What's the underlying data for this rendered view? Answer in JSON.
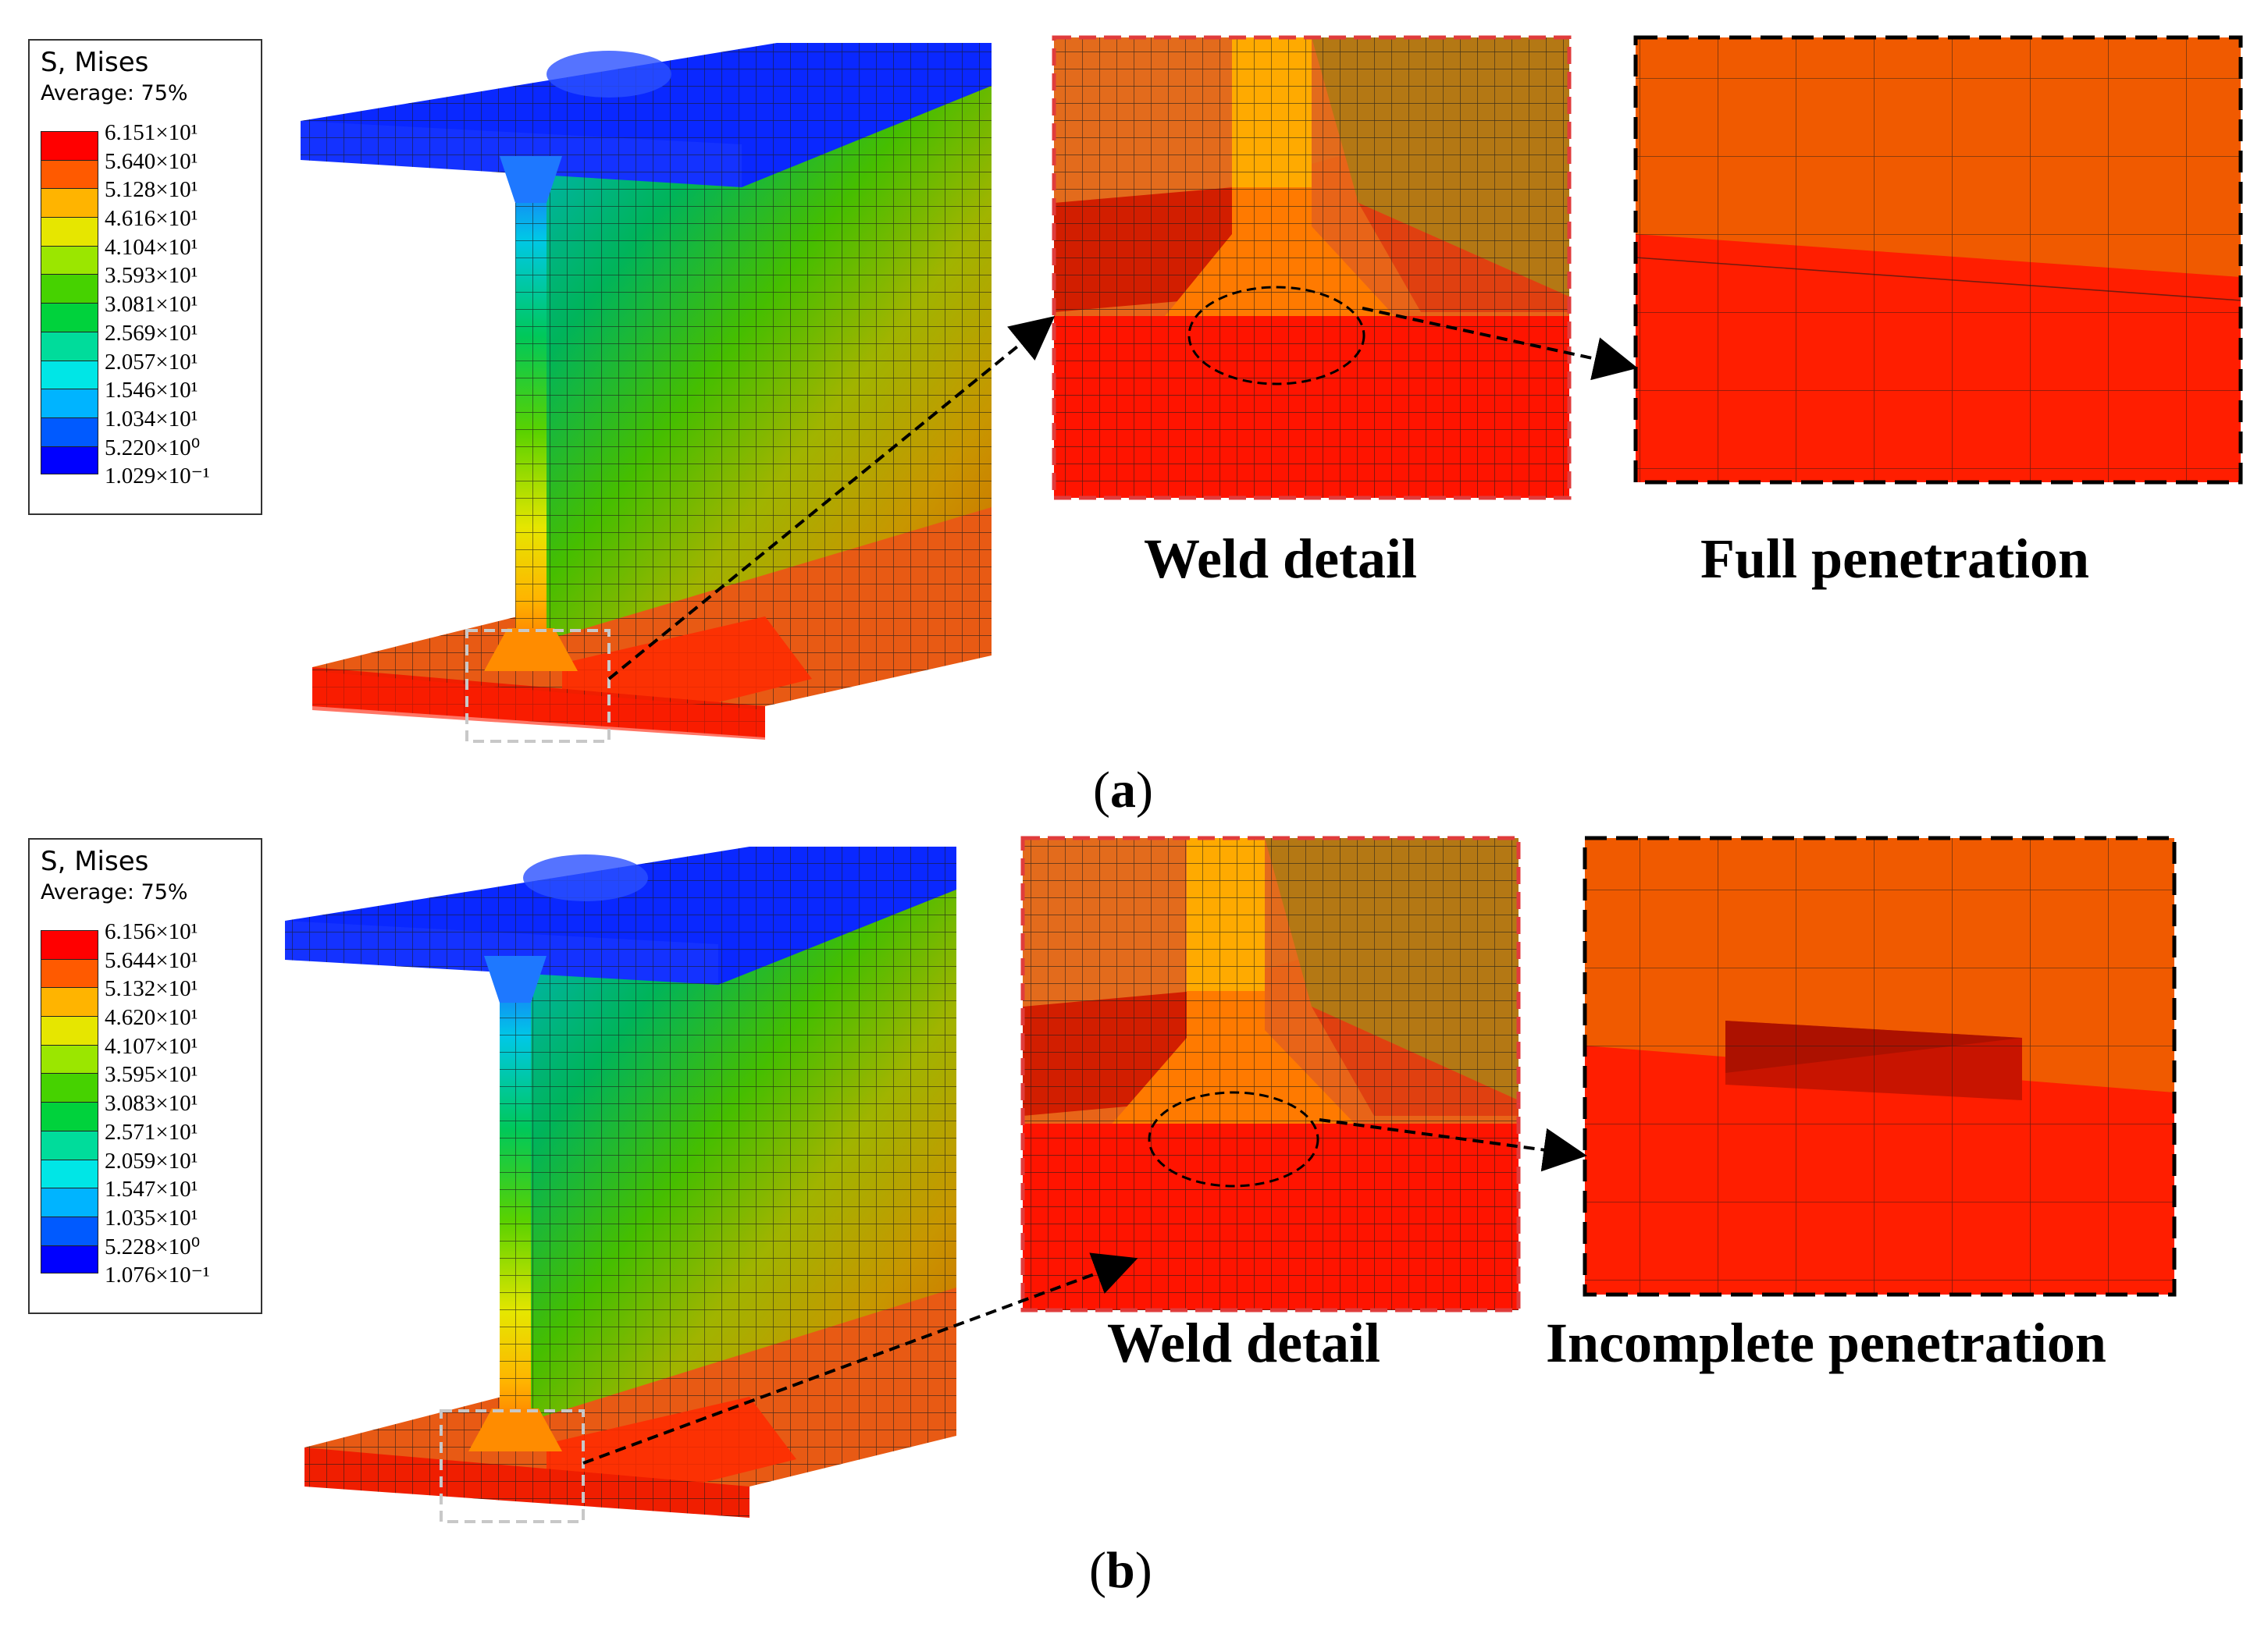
{
  "legend": {
    "title": "S, Mises",
    "subtitle": "Average: 75%",
    "colors": [
      "#ff0000",
      "#ff5a00",
      "#ffb400",
      "#e6e600",
      "#9be600",
      "#46d200",
      "#00d23c",
      "#00dc9b",
      "#00e6e6",
      "#00b4ff",
      "#005aff",
      "#0000ff"
    ]
  },
  "panel_a": {
    "label_open": "(",
    "label_letter": "a",
    "label_close": ")",
    "legend_values": [
      "6.151×10¹",
      "5.640×10¹",
      "5.128×10¹",
      "4.616×10¹",
      "4.104×10¹",
      "3.593×10¹",
      "3.081×10¹",
      "2.569×10¹",
      "2.057×10¹",
      "1.546×10¹",
      "1.034×10¹",
      "5.220×10⁰",
      "1.029×10⁻¹"
    ],
    "caption_detail": "Weld detail",
    "caption_penetration": "Full penetration"
  },
  "panel_b": {
    "label_open": "(",
    "label_letter": "b",
    "label_close": ")",
    "legend_values": [
      "6.156×10¹",
      "5.644×10¹",
      "5.132×10¹",
      "4.620×10¹",
      "4.107×10¹",
      "3.595×10¹",
      "3.083×10¹",
      "2.571×10¹",
      "2.059×10¹",
      "1.547×10¹",
      "1.035×10¹",
      "5.228×10⁰",
      "1.076×10⁻¹"
    ],
    "caption_detail": "Weld detail",
    "caption_penetration": "Incomplete penetration"
  }
}
